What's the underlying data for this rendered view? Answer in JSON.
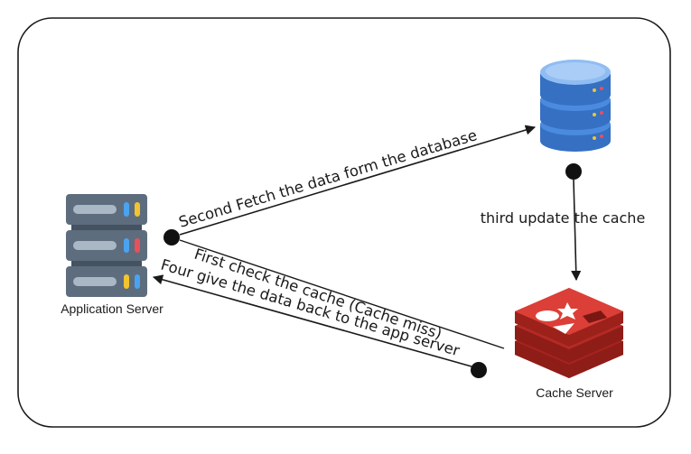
{
  "diagram": {
    "nodes": {
      "app_server": {
        "label": "Application Server",
        "icon": "server-rack-icon"
      },
      "database": {
        "label": "",
        "icon": "database-icon"
      },
      "cache_server": {
        "label": "Cache Server",
        "icon": "redis-icon"
      }
    },
    "edges": {
      "first": {
        "label": "First check the cache (Cache miss)"
      },
      "second": {
        "label": "Second Fetch the data form the database"
      },
      "third": {
        "label": "third update the cache"
      },
      "fourth": {
        "label": "Four give the data back to the app server"
      }
    }
  },
  "colors": {
    "frame": "#1a1a1a",
    "server_body": "#5d6d7e",
    "server_slot": "#aab7c4",
    "database_blue": "#3f7fd1",
    "database_light": "#7fb2ee",
    "redis_red": "#c6302b",
    "redis_dark": "#8e1d18"
  }
}
